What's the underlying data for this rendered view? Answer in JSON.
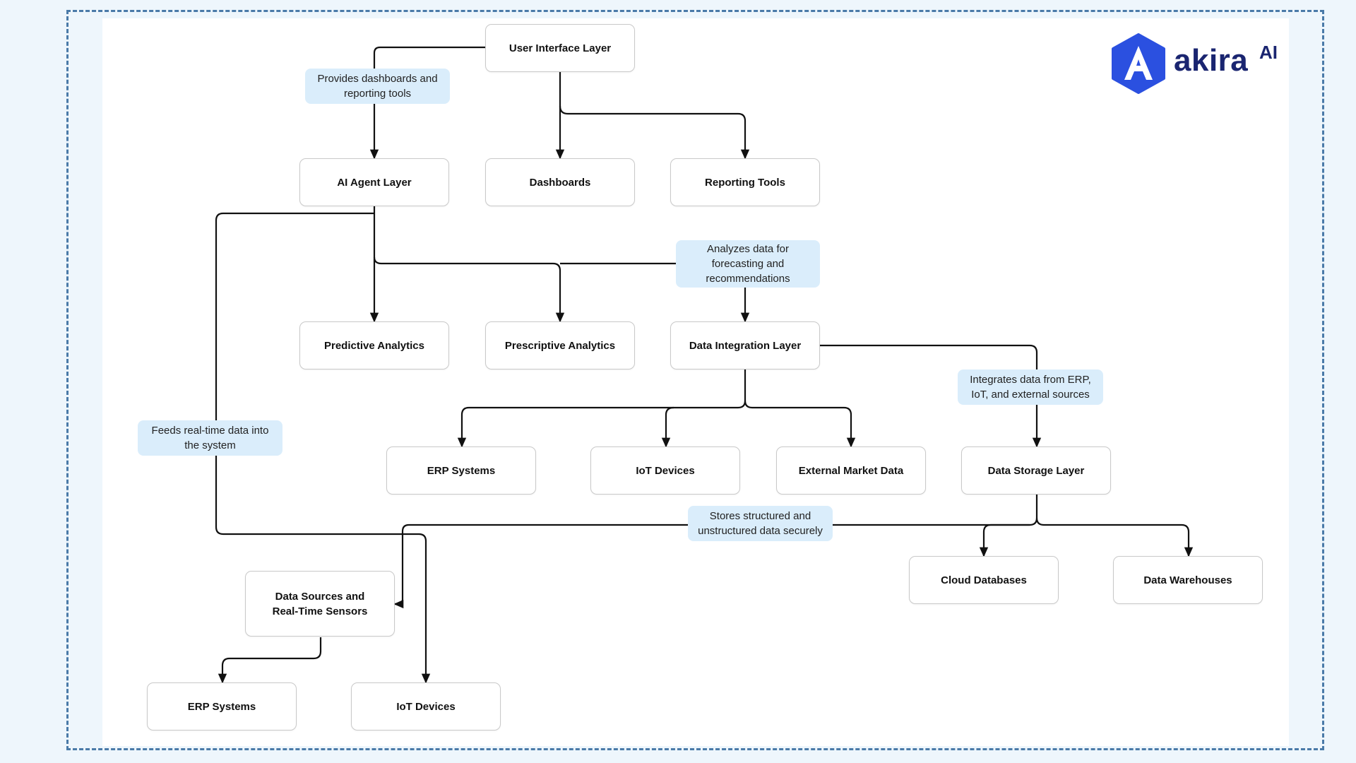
{
  "nodes": {
    "user_interface_layer": "User Interface Layer",
    "ai_agent_layer": "AI Agent Layer",
    "dashboards": "Dashboards",
    "reporting_tools": "Reporting Tools",
    "predictive_analytics": "Predictive Analytics",
    "prescriptive_analytics": "Prescriptive Analytics",
    "data_integration_layer": "Data Integration Layer",
    "erp_systems_top": "ERP Systems",
    "iot_devices_top": "IoT Devices",
    "external_market_data": "External Market Data",
    "data_storage_layer": "Data Storage Layer",
    "cloud_databases": "Cloud Databases",
    "data_warehouses": "Data Warehouses",
    "data_sources_line1": "Data Sources and",
    "data_sources_line2": "Real-Time Sensors",
    "erp_systems_bottom": "ERP Systems",
    "iot_devices_bottom": "IoT Devices"
  },
  "labels": {
    "provides_line1": "Provides dashboards and",
    "provides_line2": "reporting tools",
    "analyzes_line1": "Analyzes data for",
    "analyzes_line2": "forecasting and",
    "analyzes_line3": "recommendations",
    "integrates_line1": "Integrates data from ERP,",
    "integrates_line2": "IoT, and external sources",
    "feeds_line1": "Feeds real-time data into",
    "feeds_line2": "the system",
    "stores_line1": "Stores structured and",
    "stores_line2": "unstructured data securely"
  },
  "logo": {
    "word": "akira",
    "superscript": "AI",
    "glyph": "A"
  },
  "colors": {
    "background": "#eef6fc",
    "frame_border": "#4a7aa8",
    "label_fill": "#daedfb",
    "connector": "#111111",
    "logo_blue": "#2b50e0",
    "logo_text": "#1a2570"
  }
}
